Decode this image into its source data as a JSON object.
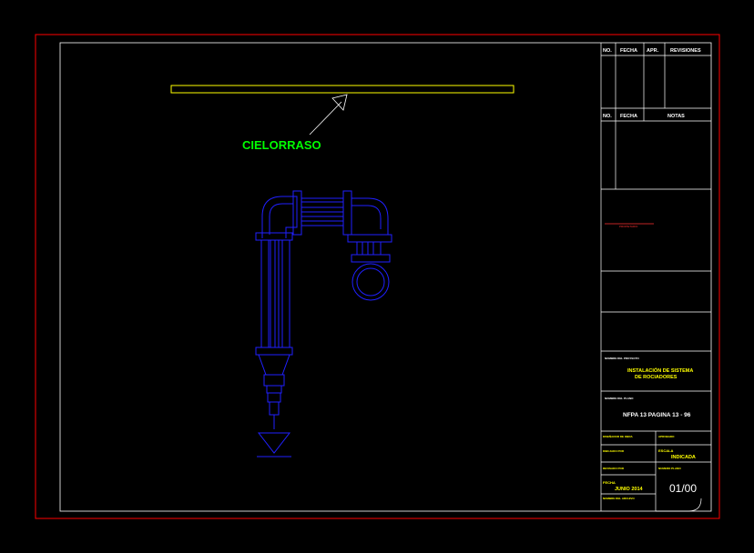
{
  "colors": {
    "background": "#000000",
    "outer_frame": "#ff0000",
    "inner_frame": "#ffffff",
    "ceiling": "#ffff00",
    "pipe": "#2020ff",
    "label": "#00ff00",
    "titleblock_text_yellow": "#ffff00"
  },
  "drawing": {
    "ceiling_label": "CIELORRASO"
  },
  "titleblock": {
    "revisions_header": {
      "no": "NO.",
      "fecha": "FECHA",
      "apr": "APR.",
      "revisiones": "REVISIONES"
    },
    "notes_header": {
      "no": "NO.",
      "fecha": "FECHA",
      "notas": "NOTAS"
    },
    "propietario": "PROPIETARIO",
    "project_section_label": "NOMBRE DEL PROYECTO",
    "project_title_line1": "INSTALACIÓN DE SISTEMA",
    "project_title_line2": "DE ROCIADORES",
    "plan_section_label": "NOMBRE DEL PLANO",
    "plan_title": "NFPA 13 PAGINA 13 - 96",
    "diseno_label": "DISEÑADOR DE OBRA",
    "aprobado_label": "APROBADO",
    "dibujado_label": "DIBUJADO POR",
    "escala_label": "ESCALA",
    "escala_value": "INDICADA",
    "revisado_label": "REVISADO POR",
    "numero_plano_label": "NUMERO PLANO",
    "fecha_label": "FECHA",
    "fecha_value": "JUNIO 2014",
    "archivo_label": "NOMBRE DEL ARCHIVO",
    "sheet_number": "01/00"
  }
}
